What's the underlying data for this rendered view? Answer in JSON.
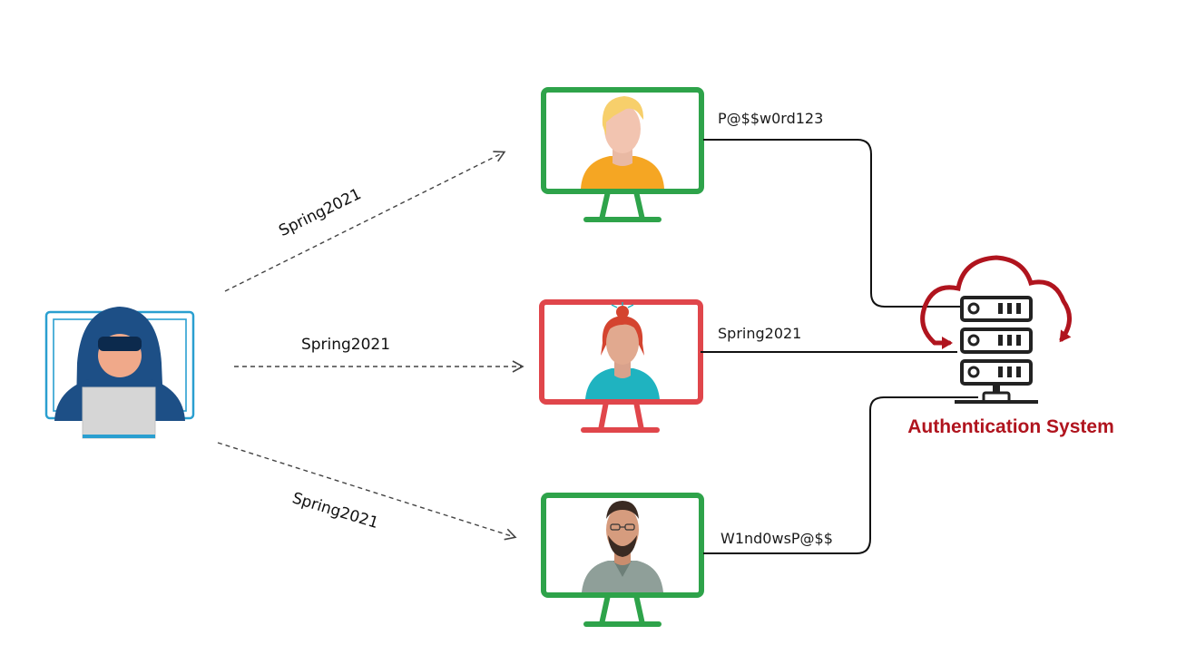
{
  "attack_labels": {
    "top": "Spring2021",
    "middle": "Spring2021",
    "bottom": "Spring2021"
  },
  "user_passwords": {
    "top": "P@$$w0rd123",
    "middle": "Spring2021",
    "bottom": "W1nd0wsP@$$"
  },
  "auth_system": {
    "label": "Authentication System"
  },
  "colors": {
    "compromised": "#e0464b",
    "safe": "#2ea34a",
    "auth": "#b0141e",
    "attacker": "#2a9fd0"
  },
  "icons": {
    "attacker": "hooded-hacker-icon",
    "user_top": "blond-man-icon",
    "user_middle": "red-haired-woman-icon",
    "user_bottom": "bearded-man-icon",
    "server": "server-cloud-icon"
  }
}
